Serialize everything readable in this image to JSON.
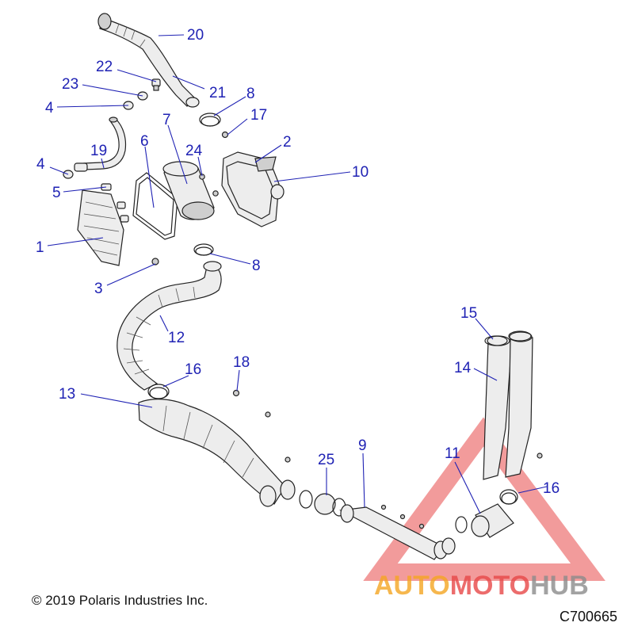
{
  "callouts": [
    "20",
    "22",
    "21",
    "23",
    "8",
    "4",
    "7",
    "17",
    "19",
    "6",
    "24",
    "2",
    "4",
    "10",
    "5",
    "1",
    "8",
    "3",
    "12",
    "16",
    "18",
    "13",
    "15",
    "14",
    "9",
    "25",
    "11",
    "16"
  ],
  "watermark": {
    "part1": "AUTO",
    "part2": "MOTO",
    "part3": "HUB",
    "color_orange": "#f5a623",
    "color_red": "#e84848",
    "color_gray": "#8c8c8c"
  },
  "copyright": "© 2019 Polaris Industries Inc.",
  "diagram_code": "C700665",
  "colors": {
    "callout": "#1f22b4",
    "line": "#222222",
    "fill": "#ededed"
  }
}
